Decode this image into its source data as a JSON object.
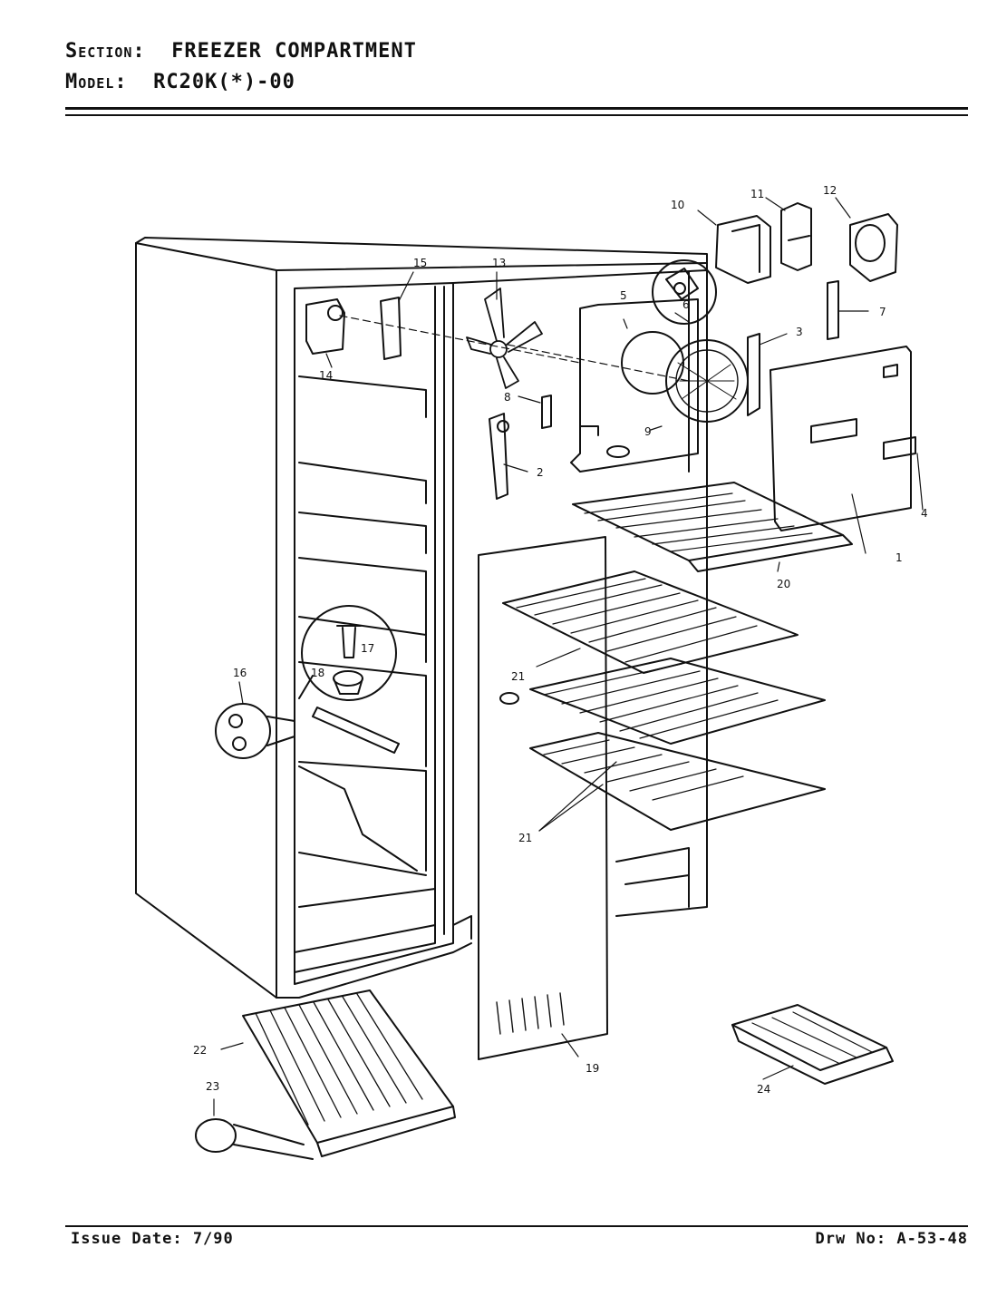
{
  "header": {
    "section_label": "Section:",
    "section_value": "FREEZER COMPARTMENT",
    "model_label": "Model:",
    "model_value": "RC20K(*)-00"
  },
  "footer": {
    "issue_date": "Issue Date: 7/90",
    "drawing_number": "Drw No: A-53-48"
  },
  "callouts": [
    "1",
    "2",
    "3",
    "4",
    "5",
    "6",
    "7",
    "8",
    "9",
    "10",
    "11",
    "12",
    "13",
    "14",
    "15",
    "16",
    "17",
    "18",
    "19",
    "20",
    "21",
    "21",
    "22",
    "23",
    "24"
  ]
}
